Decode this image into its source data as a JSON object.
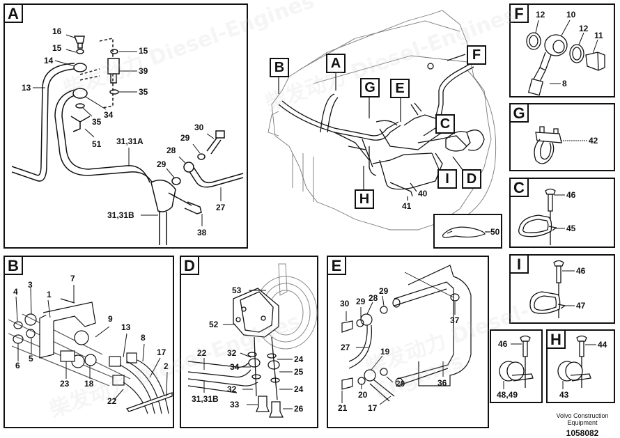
{
  "panels": {
    "A": {
      "tag": "A",
      "labels": [
        "16",
        "15",
        "14",
        "13",
        "15",
        "39",
        "35",
        "34",
        "35",
        "51",
        "31,31A",
        "30",
        "29",
        "28",
        "29",
        "27",
        "31,31B",
        "38"
      ]
    },
    "overview": {
      "callouts": [
        "B",
        "A",
        "G",
        "E",
        "F",
        "C",
        "H",
        "I",
        "D"
      ],
      "labels": [
        "40",
        "41"
      ]
    },
    "tie": {
      "labels": [
        "50"
      ]
    },
    "F": {
      "tag": "F",
      "labels": [
        "12",
        "10",
        "12",
        "11",
        "8"
      ]
    },
    "G": {
      "tag": "G",
      "labels": [
        "42"
      ]
    },
    "C": {
      "tag": "C",
      "labels": [
        "46",
        "45"
      ]
    },
    "B": {
      "tag": "B",
      "labels": [
        "4",
        "3",
        "1",
        "7",
        "9",
        "13",
        "8",
        "17",
        "2",
        "6",
        "5",
        "23",
        "18",
        "22"
      ]
    },
    "D": {
      "tag": "D",
      "labels": [
        "53",
        "52",
        "22",
        "32",
        "24",
        "34",
        "25",
        "32",
        "24",
        "31,31B",
        "33",
        "26"
      ]
    },
    "E": {
      "tag": "E",
      "labels": [
        "30",
        "29",
        "28",
        "29",
        "37",
        "27",
        "19",
        "20",
        "20",
        "21",
        "17",
        "36"
      ]
    },
    "I": {
      "tag": "I",
      "labels": [
        "46",
        "47"
      ]
    },
    "clip": {
      "labels": [
        "46",
        "48,49"
      ]
    },
    "H": {
      "tag": "H",
      "labels": [
        "44",
        "43"
      ]
    }
  },
  "footer": {
    "line1": "Volvo Construction",
    "line2": "Equipment",
    "drawing_number": "1058082"
  },
  "watermark": "柴发动力 Diesel-Engines"
}
